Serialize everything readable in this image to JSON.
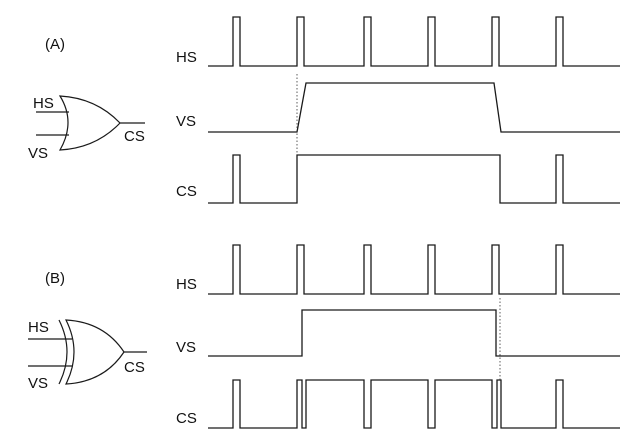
{
  "panel_a": {
    "title": "(A)",
    "gate_type": "OR",
    "gate_inputs": [
      "HS",
      "VS"
    ],
    "gate_output": "CS",
    "rows": [
      "HS",
      "VS",
      "CS"
    ]
  },
  "panel_b": {
    "title": "(B)",
    "gate_type": "XOR",
    "gate_inputs": [
      "HS",
      "VS"
    ],
    "gate_output": "CS",
    "rows": [
      "HS",
      "VS",
      "CS"
    ]
  }
}
